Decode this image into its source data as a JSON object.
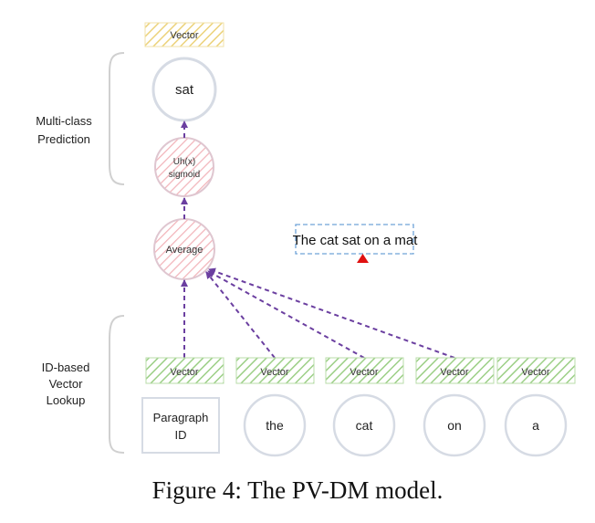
{
  "brackets": {
    "top_label": [
      "Multi-class",
      "Prediction"
    ],
    "bottom_label": [
      "ID-based",
      "Vector",
      "Lookup"
    ]
  },
  "top_vector": "Vector",
  "prediction": {
    "output_word": "sat",
    "sigmoid_lines": [
      "Uh(x)",
      "sigmoid"
    ],
    "average": "Average"
  },
  "sentence": {
    "text": "The cat sat on a mat",
    "target_marker": "red-triangle"
  },
  "inputs": {
    "vector_label": "Vector",
    "paragraph_lines": [
      "Paragraph",
      "ID"
    ],
    "words": [
      "the",
      "cat",
      "on",
      "a"
    ]
  },
  "caption": "Figure 4: The PV-DM model.",
  "colors": {
    "arrow": "#6b3fa0",
    "green_hatch": "#9ccf86",
    "yellow_hatch": "#ecd27a",
    "pink_hatch": "#ef9ea6",
    "circle_border": "#d6dbe4",
    "bracket": "#d0d0d0",
    "dashed_box": "#6fa3d8",
    "triangle": "#e01010"
  }
}
